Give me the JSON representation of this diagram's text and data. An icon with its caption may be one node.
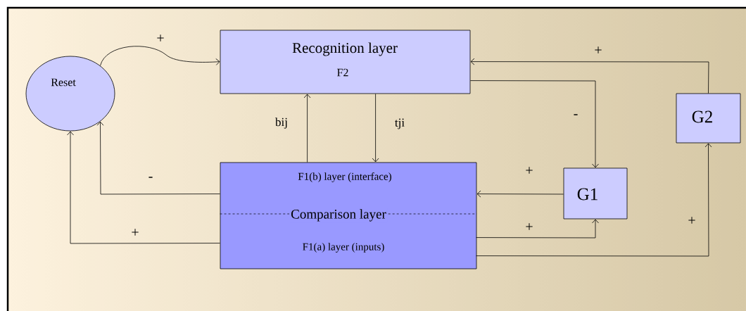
{
  "diagram": {
    "nodes": [
      {
        "text": [
          "Reset"
        ]
      },
      {
        "text": [
          "Recognition layer",
          "F2"
        ]
      },
      {
        "text": [
          "F1(b) layer (interface)",
          "Comparison layer",
          "F1(a) layer (inputs)"
        ]
      },
      {
        "text": [
          "G1"
        ]
      },
      {
        "text": [
          "G2"
        ]
      }
    ],
    "edges": [
      {
        "from": 0,
        "to": 1,
        "arrow": "to",
        "label": "+"
      },
      {
        "from": 2,
        "to": 1,
        "arrow": "to",
        "label": "bij"
      },
      {
        "from": 1,
        "to": 2,
        "arrow": "to",
        "label": "tji"
      },
      {
        "from": 1,
        "to": 3,
        "arrow": "to",
        "label": "-"
      },
      {
        "from": 3,
        "to": 2,
        "arrow": "to",
        "label": "+"
      },
      {
        "from": 2,
        "to": 3,
        "arrow": "to",
        "label": "+"
      },
      {
        "from": 2,
        "to": 4,
        "arrow": "to",
        "label": "+"
      },
      {
        "from": 4,
        "to": 1,
        "arrow": "to",
        "label": "+"
      },
      {
        "from": 2,
        "to": 0,
        "arrow": "to",
        "label": "-"
      },
      {
        "from": 2,
        "to": 0,
        "arrow": "to",
        "label": "+"
      }
    ]
  }
}
